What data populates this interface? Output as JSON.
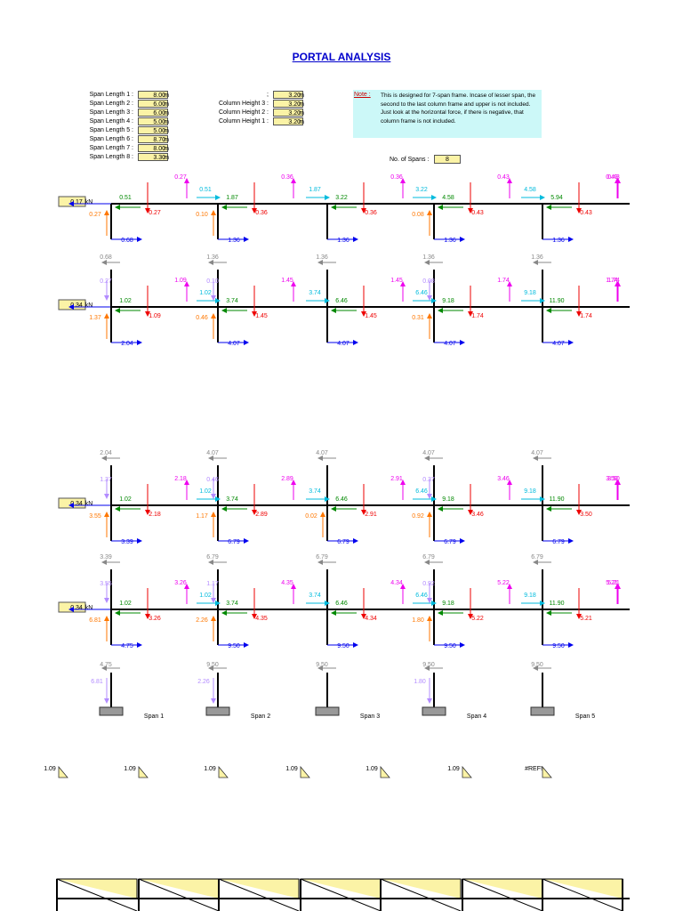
{
  "title": "PORTAL ANALYSIS",
  "span_lengths": [
    {
      "label": "Span Length 1 :",
      "value": "8.00",
      "unit": "m"
    },
    {
      "label": "Span Length 2 :",
      "value": "6.00",
      "unit": "m"
    },
    {
      "label": "Span Length 3 :",
      "value": "6.00",
      "unit": "m"
    },
    {
      "label": "Span Length 4 :",
      "value": "5.00",
      "unit": "m"
    },
    {
      "label": "Span Length 5 :",
      "value": "5.00",
      "unit": "m"
    },
    {
      "label": "Span Length 6 :",
      "value": "8.70",
      "unit": "m"
    },
    {
      "label": "Span Length 7 :",
      "value": "8.00",
      "unit": "m"
    },
    {
      "label": "Span Length 8 :",
      "value": "3.30",
      "unit": "m"
    }
  ],
  "column_heights": [
    {
      "label": ";",
      "value": "3.20",
      "unit": "m"
    },
    {
      "label": "Column Height 3 :",
      "value": "3.20",
      "unit": "m"
    },
    {
      "label": "Column Height 2 :",
      "value": "3.20",
      "unit": "m"
    },
    {
      "label": "Column Height 1 :",
      "value": "3.20",
      "unit": "m"
    }
  ],
  "note": {
    "label": "Note :",
    "text": "This is designed for 7-span frame. Incase of lesser span, the second to the last column frame and upper is not included. Just look at the horizontal force, if there is negative, that column frame is not included."
  },
  "num_spans": {
    "label": "No. of Spans :",
    "value": "8"
  },
  "colors": {
    "gray": "#888888",
    "lavender": "#b38cff",
    "magenta": "#ee00ee",
    "cyan": "#00bbdd",
    "green": "#008800",
    "orange": "#ff7700",
    "red": "#ee0000",
    "blue": "#0000ee",
    "lateral_box": "#fbf3a6"
  },
  "column_x": [
    125,
    245,
    368,
    488,
    610
  ],
  "rows": [
    {
      "id": "row1",
      "lateral_force": "0.17",
      "lateral_unit": "kN",
      "top": [
        "",
        "",
        "",
        "",
        ""
      ],
      "lavender": [
        "",
        "",
        "",
        "",
        ""
      ],
      "magenta_top": [
        "",
        "0.27",
        "0.36",
        "0.36",
        "0.43",
        "0.43"
      ],
      "cyan": [
        "",
        "0.51",
        "1.87",
        "3.22",
        "4.58"
      ],
      "green": [
        "0.51",
        "1.87",
        "3.22",
        "4.58",
        "5.94"
      ],
      "orange": [
        "0.27",
        "0.10",
        "",
        "0.08",
        ""
      ],
      "red": [
        "0.27",
        "0.36",
        "0.36",
        "0.43",
        "0.43"
      ],
      "blue": [
        "0.68",
        "1.36",
        "1.36",
        "1.36",
        "1.36"
      ]
    },
    {
      "id": "row2",
      "lateral_force": "0.34",
      "lateral_unit": "kN",
      "top": [
        "0.68",
        "1.36",
        "1.36",
        "1.36",
        "1.36"
      ],
      "lavender": [
        "0.27",
        "0.10",
        "",
        "0.08",
        ""
      ],
      "magenta_top": [
        "",
        "1.09",
        "1.45",
        "1.45",
        "1.74",
        "1.74"
      ],
      "cyan": [
        "",
        "1.02",
        "3.74",
        "6.46",
        "9.18"
      ],
      "green": [
        "1.02",
        "3.74",
        "6.46",
        "9.18",
        "11.90"
      ],
      "orange": [
        "1.37",
        "0.46",
        "",
        "0.31",
        ""
      ],
      "red": [
        "1.09",
        "1.45",
        "1.45",
        "1.74",
        "1.74"
      ],
      "blue": [
        "2.04",
        "4.07",
        "4.07",
        "4.07",
        "4.07"
      ]
    },
    {
      "id": "row3",
      "lateral_force": "0.34",
      "lateral_unit": "kN",
      "top": [
        "2.04",
        "4.07",
        "4.07",
        "4.07",
        "4.07"
      ],
      "lavender": [
        "1.37",
        "0.46",
        "",
        "0.37",
        ""
      ],
      "magenta_top": [
        "",
        "2.18",
        "2.89",
        "2.91",
        "3.46",
        "3.50"
      ],
      "cyan": [
        "",
        "1.02",
        "3.74",
        "6.46",
        "9.18"
      ],
      "green": [
        "1.02",
        "3.74",
        "6.46",
        "9.18",
        "11.90"
      ],
      "orange": [
        "3.55",
        "1.17",
        "0.02",
        "0.92",
        ""
      ],
      "red": [
        "2.18",
        "2.89",
        "2.91",
        "3.46",
        "3.50"
      ],
      "blue": [
        "3.39",
        "6.79",
        "6.79",
        "6.79",
        "6.79"
      ]
    },
    {
      "id": "row4",
      "lateral_force": "0.34",
      "lateral_unit": "kN",
      "top": [
        "3.39",
        "6.79",
        "6.79",
        "6.79",
        "6.79"
      ],
      "lavender": [
        "3.55",
        "1.17",
        "",
        "0.92",
        ""
      ],
      "magenta_top": [
        "",
        "3.26",
        "4.35",
        "4.34",
        "5.22",
        "5.21"
      ],
      "cyan": [
        "",
        "1.02",
        "3.74",
        "6.46",
        "9.18"
      ],
      "green": [
        "1.02",
        "3.74",
        "6.46",
        "9.18",
        "11.90"
      ],
      "orange": [
        "6.81",
        "2.26",
        "",
        "1.80",
        ""
      ],
      "red": [
        "3.26",
        "4.35",
        "4.34",
        "5.22",
        "5.21"
      ],
      "blue": [
        "4.75",
        "9.50",
        "9.50",
        "9.50",
        "9.50"
      ]
    }
  ],
  "base_row": {
    "top": [
      "4.75",
      "9.50",
      "9.50",
      "9.50",
      "9.50"
    ],
    "lavender": [
      "6.81",
      "2.26",
      "",
      "1.80",
      ""
    ]
  },
  "span_labels": [
    "Span 1",
    "Span 2",
    "Span 3",
    "Span 4",
    "Span 5"
  ],
  "moment_labels": [
    "1.09",
    "1.09",
    "1.09",
    "1.09",
    "1.09",
    "1.09",
    "#REF!"
  ]
}
